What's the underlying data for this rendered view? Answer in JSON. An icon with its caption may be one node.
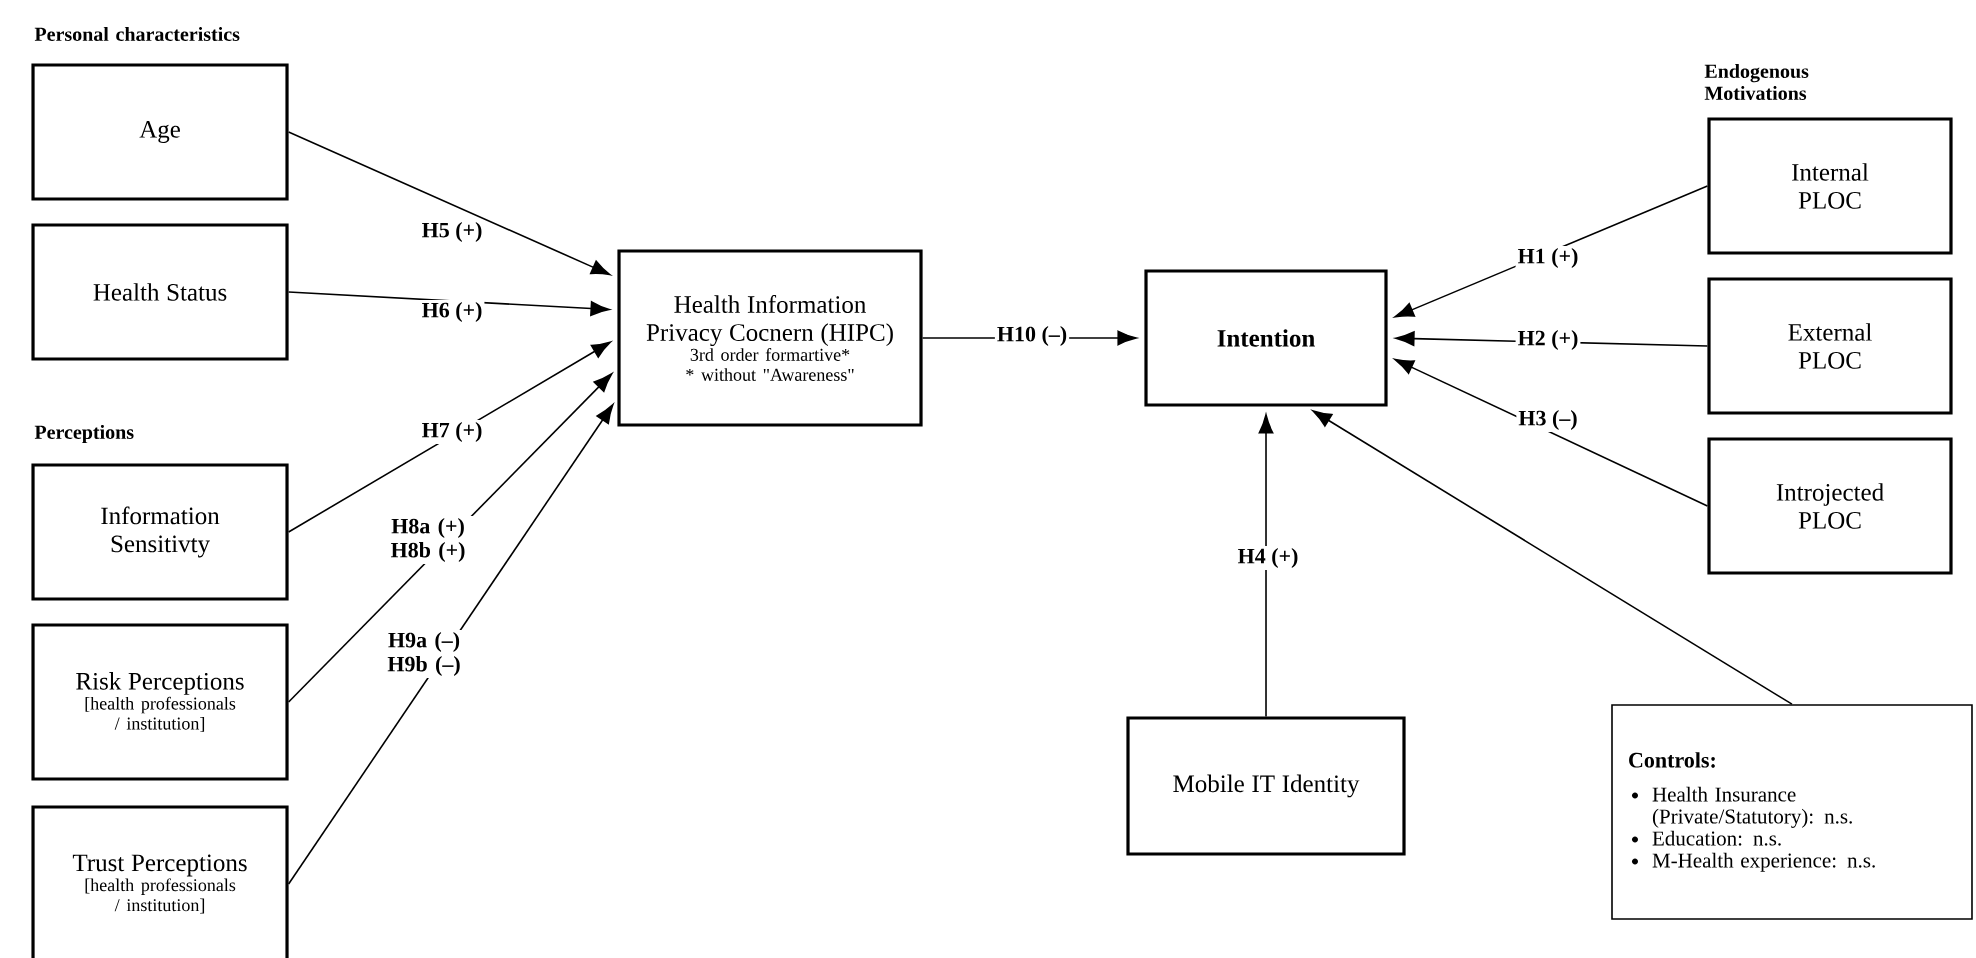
{
  "diagram": {
    "nodes": [
      {
        "text": [
          "Age"
        ]
      },
      {
        "text": [
          "Health Status"
        ]
      },
      {
        "text": [
          "Information Sensitivty"
        ]
      },
      {
        "text": [
          "Risk Perceptions",
          "[health professionals / institution]"
        ]
      },
      {
        "text": [
          "Trust Perceptions",
          "[health professionals / institution]"
        ]
      },
      {
        "text": [
          "Health Information Privacy Cocnern (HIPC)",
          "3rd order formartive*",
          "* without \"Awareness\""
        ]
      },
      {
        "text": [
          "Intention"
        ]
      },
      {
        "text": [
          "Internal PLOC"
        ]
      },
      {
        "text": [
          "External PLOC"
        ]
      },
      {
        "text": [
          "Introjected PLOC"
        ]
      },
      {
        "text": [
          "Mobile IT Identity"
        ]
      },
      {
        "text": [
          "Controls:",
          "Health Insurance (Private/Statutory): n.s.",
          "Education: n.s.",
          "M-Health experience: n.s."
        ]
      }
    ],
    "edges": [
      {
        "from": 0,
        "to": 5,
        "arrow": "to",
        "label": "H5 (+)"
      },
      {
        "from": 1,
        "to": 5,
        "arrow": "to",
        "label": "H6 (+)"
      },
      {
        "from": 2,
        "to": 5,
        "arrow": "to",
        "label": "H7 (+)"
      },
      {
        "from": 3,
        "to": 5,
        "arrow": "to",
        "label": "H8a (+) H8b (+)"
      },
      {
        "from": 4,
        "to": 5,
        "arrow": "to",
        "label": "H9a (–) H9b (–)"
      },
      {
        "from": 5,
        "to": 6,
        "arrow": "to",
        "label": "H10 (–)"
      },
      {
        "from": 7,
        "to": 6,
        "arrow": "to",
        "label": "H1 (+)"
      },
      {
        "from": 8,
        "to": 6,
        "arrow": "to",
        "label": "H2 (+)"
      },
      {
        "from": 9,
        "to": 6,
        "arrow": "to",
        "label": "H3 (–)"
      },
      {
        "from": 10,
        "to": 6,
        "arrow": "to",
        "label": "H4 (+)"
      },
      {
        "from": 11,
        "to": 6,
        "arrow": "to"
      }
    ],
    "labels": [
      "Personal characteristics",
      "Perceptions",
      "Endogenous Motivations"
    ]
  }
}
